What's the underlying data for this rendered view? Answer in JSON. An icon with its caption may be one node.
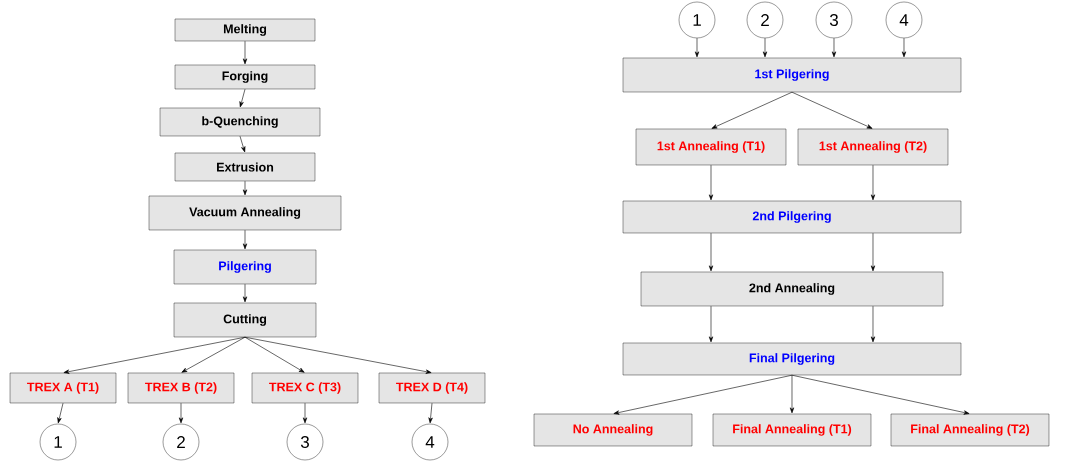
{
  "diagram": {
    "nodes": [
      {
        "text": [
          "Melting"
        ]
      },
      {
        "text": [
          "Forging"
        ]
      },
      {
        "text": [
          "b-Quenching"
        ]
      },
      {
        "text": [
          "Extrusion"
        ]
      },
      {
        "text": [
          "Vacuum Annealing"
        ]
      },
      {
        "text": [
          "Pilgering"
        ]
      },
      {
        "text": [
          "Cutting"
        ]
      },
      {
        "text": [
          "TREX A (T1)"
        ]
      },
      {
        "text": [
          "TREX B (T2)"
        ]
      },
      {
        "text": [
          "TREX C (T3)"
        ]
      },
      {
        "text": [
          "TREX D (T4)"
        ]
      },
      {
        "text": [
          "1"
        ]
      },
      {
        "text": [
          "2"
        ]
      },
      {
        "text": [
          "3"
        ]
      },
      {
        "text": [
          "4"
        ]
      },
      {
        "text": [
          "1"
        ]
      },
      {
        "text": [
          "2"
        ]
      },
      {
        "text": [
          "3"
        ]
      },
      {
        "text": [
          "4"
        ]
      },
      {
        "text": [
          "1st Pilgering"
        ]
      },
      {
        "text": [
          "1st Annealing (T1)"
        ]
      },
      {
        "text": [
          "1st Annealing (T2)"
        ]
      },
      {
        "text": [
          "2nd Pilgering"
        ]
      },
      {
        "text": [
          "2nd Annealing"
        ]
      },
      {
        "text": [
          "Final Pilgering"
        ]
      },
      {
        "text": [
          "No Annealing"
        ]
      },
      {
        "text": [
          "Final Annealing (T1)"
        ]
      },
      {
        "text": [
          "Final Annealing (T2)"
        ]
      }
    ],
    "edges": [
      {
        "from": 0,
        "to": 1,
        "arrow": "to"
      },
      {
        "from": 1,
        "to": 2,
        "arrow": "to"
      },
      {
        "from": 2,
        "to": 3,
        "arrow": "to"
      },
      {
        "from": 3,
        "to": 4,
        "arrow": "to"
      },
      {
        "from": 4,
        "to": 5,
        "arrow": "to"
      },
      {
        "from": 5,
        "to": 6,
        "arrow": "to"
      },
      {
        "from": 6,
        "to": 7,
        "arrow": "to"
      },
      {
        "from": 6,
        "to": 8,
        "arrow": "to"
      },
      {
        "from": 6,
        "to": 9,
        "arrow": "to"
      },
      {
        "from": 6,
        "to": 10,
        "arrow": "to"
      },
      {
        "from": 7,
        "to": 11,
        "arrow": "to"
      },
      {
        "from": 8,
        "to": 12,
        "arrow": "to"
      },
      {
        "from": 9,
        "to": 13,
        "arrow": "to"
      },
      {
        "from": 10,
        "to": 14,
        "arrow": "to"
      },
      {
        "from": 15,
        "to": 19,
        "arrow": "to"
      },
      {
        "from": 16,
        "to": 19,
        "arrow": "to"
      },
      {
        "from": 17,
        "to": 19,
        "arrow": "to"
      },
      {
        "from": 18,
        "to": 19,
        "arrow": "to"
      },
      {
        "from": 19,
        "to": 20,
        "arrow": "to"
      },
      {
        "from": 19,
        "to": 21,
        "arrow": "to"
      },
      {
        "from": 20,
        "to": 22,
        "arrow": "to"
      },
      {
        "from": 21,
        "to": 22,
        "arrow": "to"
      },
      {
        "from": 22,
        "to": 23,
        "arrow": "to"
      },
      {
        "from": 22,
        "to": 23,
        "arrow": "to"
      },
      {
        "from": 23,
        "to": 24,
        "arrow": "to"
      },
      {
        "from": 23,
        "to": 24,
        "arrow": "to"
      },
      {
        "from": 24,
        "to": 25,
        "arrow": "to"
      },
      {
        "from": 24,
        "to": 26,
        "arrow": "to"
      },
      {
        "from": 24,
        "to": 27,
        "arrow": "to"
      }
    ]
  }
}
